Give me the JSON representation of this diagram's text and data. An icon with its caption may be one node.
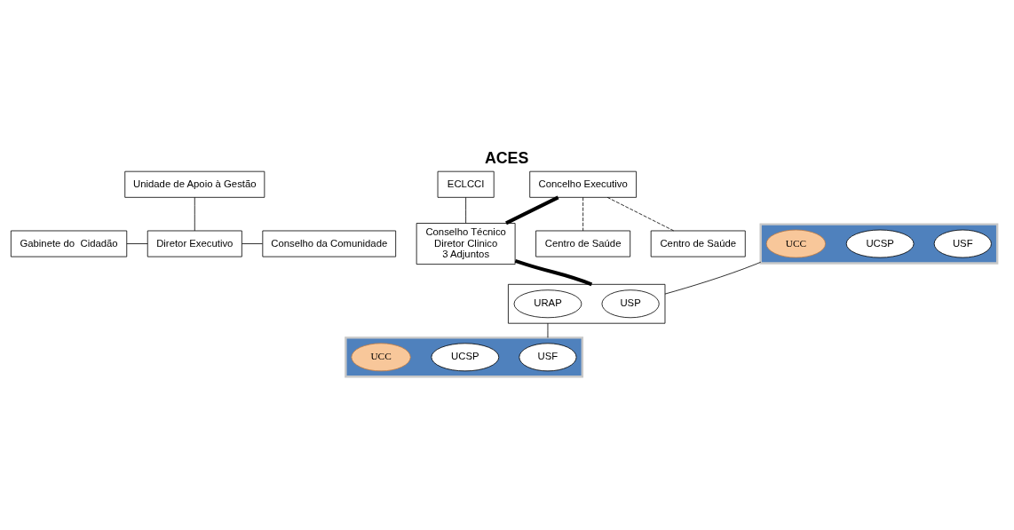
{
  "diagram": {
    "title": "ACES",
    "nodes": [
      {
        "text": [
          "Gabinete do  Cidadão"
        ]
      },
      {
        "text": [
          "Diretor Executivo"
        ]
      },
      {
        "text": [
          "Conselho da Comunidade"
        ]
      },
      {
        "text": [
          "Concelho Executivo"
        ]
      },
      {
        "text": [
          "Unidade de Apoio à Gestão"
        ]
      },
      {
        "text": [
          "ECLCCI"
        ]
      },
      {
        "text": [
          "Conselho Técnico",
          "Diretor Clinico",
          "3 Adjuntos"
        ]
      },
      {
        "text": [
          "Centro de Saúde"
        ]
      },
      {
        "text": [],
        "shape": "box"
      },
      {
        "text": [
          "USF"
        ],
        "in": 8
      },
      {
        "text": [
          "UCSP"
        ],
        "in": 8
      },
      {
        "text": [
          "UCC"
        ],
        "in": 8
      },
      {
        "text": [],
        "shape": "box"
      },
      {
        "text": [
          "USP"
        ],
        "in": 12
      },
      {
        "text": [
          "URAP"
        ],
        "in": 12
      },
      {
        "text": [
          "Centro de Saúde"
        ]
      },
      {
        "text": [],
        "shape": "box"
      },
      {
        "text": [
          "USF"
        ],
        "in": 16
      },
      {
        "text": [
          "UCSP"
        ],
        "in": 16
      },
      {
        "text": [
          "UCC"
        ],
        "in": 16
      }
    ],
    "edges": [
      {
        "from": 0,
        "to": 1,
        "arrow": "none"
      },
      {
        "from": 1,
        "to": 2,
        "arrow": "none"
      },
      {
        "from": 4,
        "to": 1,
        "arrow": "none"
      },
      {
        "from": 3,
        "to": 6,
        "arrow": "none",
        "style": "thick"
      },
      {
        "from": 5,
        "to": 6,
        "arrow": "none"
      },
      {
        "from": 3,
        "to": 7,
        "arrow": "none",
        "style": "dashed"
      },
      {
        "from": 3,
        "to": 15,
        "arrow": "none",
        "style": "dashed"
      },
      {
        "from": 6,
        "to": 12,
        "arrow": "none",
        "style": "thick"
      },
      {
        "from": 8,
        "to": 12,
        "arrow": "none"
      },
      {
        "from": 12,
        "to": 16,
        "arrow": "none"
      }
    ]
  }
}
